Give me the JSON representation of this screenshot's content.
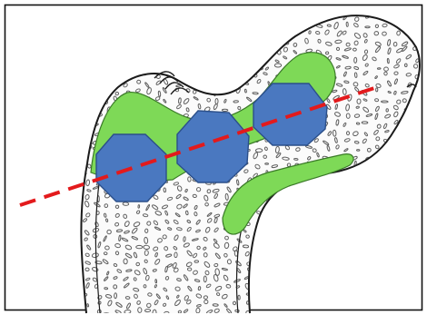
{
  "figure": {
    "subject": "femur-proximal-section",
    "colors": {
      "background": "#ffffff",
      "frame": "#111111",
      "bone_outline": "#1a1a1a",
      "trabecular_mark": "#2a2a2a",
      "green_region": "#7ed957",
      "green_outline": "#3a7a28",
      "blue_disc": "#4a78c0",
      "blue_outline": "#2b4f8a",
      "axis_line": "#e31a1c"
    },
    "icons": [
      "bone-outline",
      "trabecular-texture",
      "green-band",
      "blue-disc",
      "dashed-axis"
    ]
  }
}
